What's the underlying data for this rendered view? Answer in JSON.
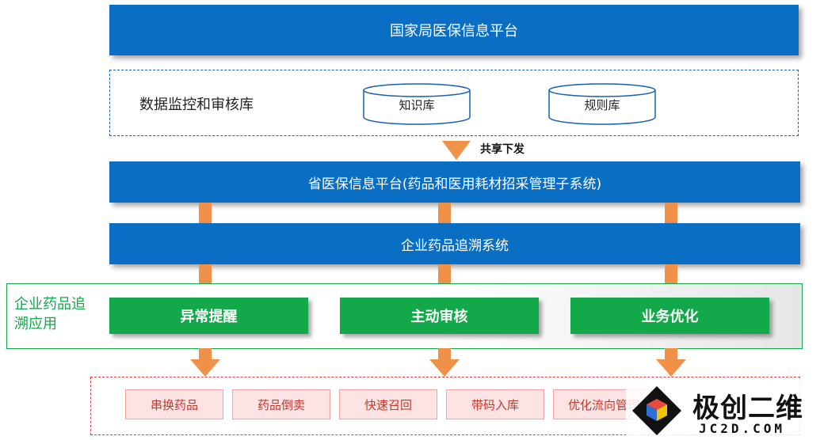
{
  "national_platform": {
    "title": "国家局医保信息平台"
  },
  "monitor": {
    "label": "数据监控和审核库",
    "db1": "知识库",
    "db2": "规则库"
  },
  "share_label": "共享下发",
  "provincial_platform": {
    "title": "省医保信息平台(药品和医用耗材招采管理子系统)"
  },
  "trace_system": {
    "title": "企业药品追溯系统"
  },
  "application": {
    "label": "企业药品追溯应用",
    "buttons": [
      "异常提醒",
      "主动审核",
      "业务优化"
    ]
  },
  "outputs": [
    "串换药品",
    "药品倒卖",
    "快速召回",
    "带码入库",
    "优化流向管理"
  ],
  "watermark": {
    "brand": "极创二维",
    "site": "JC2D.COM"
  },
  "colors": {
    "platform_blue": "#0a6fc4",
    "green": "#13a84a",
    "orange": "#f0914a",
    "pink_fill": "#fde3e3",
    "pink_text": "#c0392b"
  }
}
